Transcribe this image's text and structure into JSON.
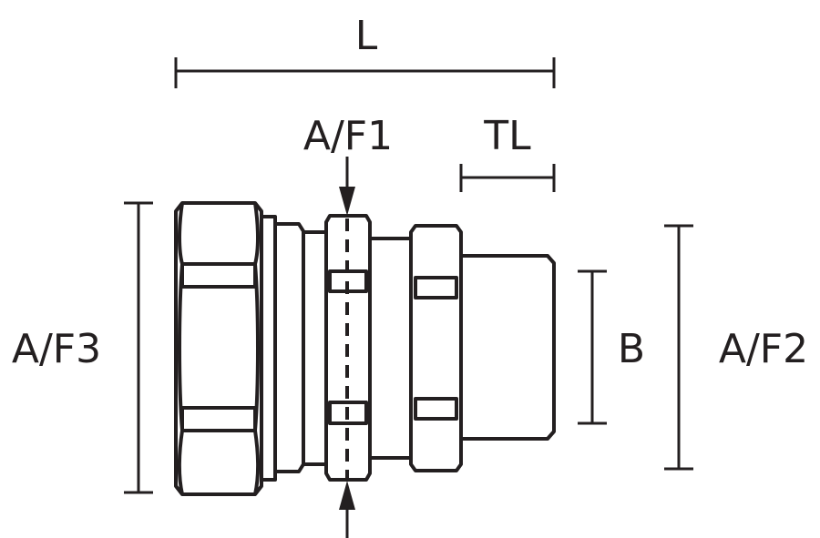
{
  "labels": {
    "length": "L",
    "across_flats_1": "A/F1",
    "thread_length": "TL",
    "across_flats_3": "A/F3",
    "bore": "B",
    "across_flats_2": "A/F2"
  },
  "colors": {
    "line": "#231f20",
    "background": "#ffffff"
  }
}
